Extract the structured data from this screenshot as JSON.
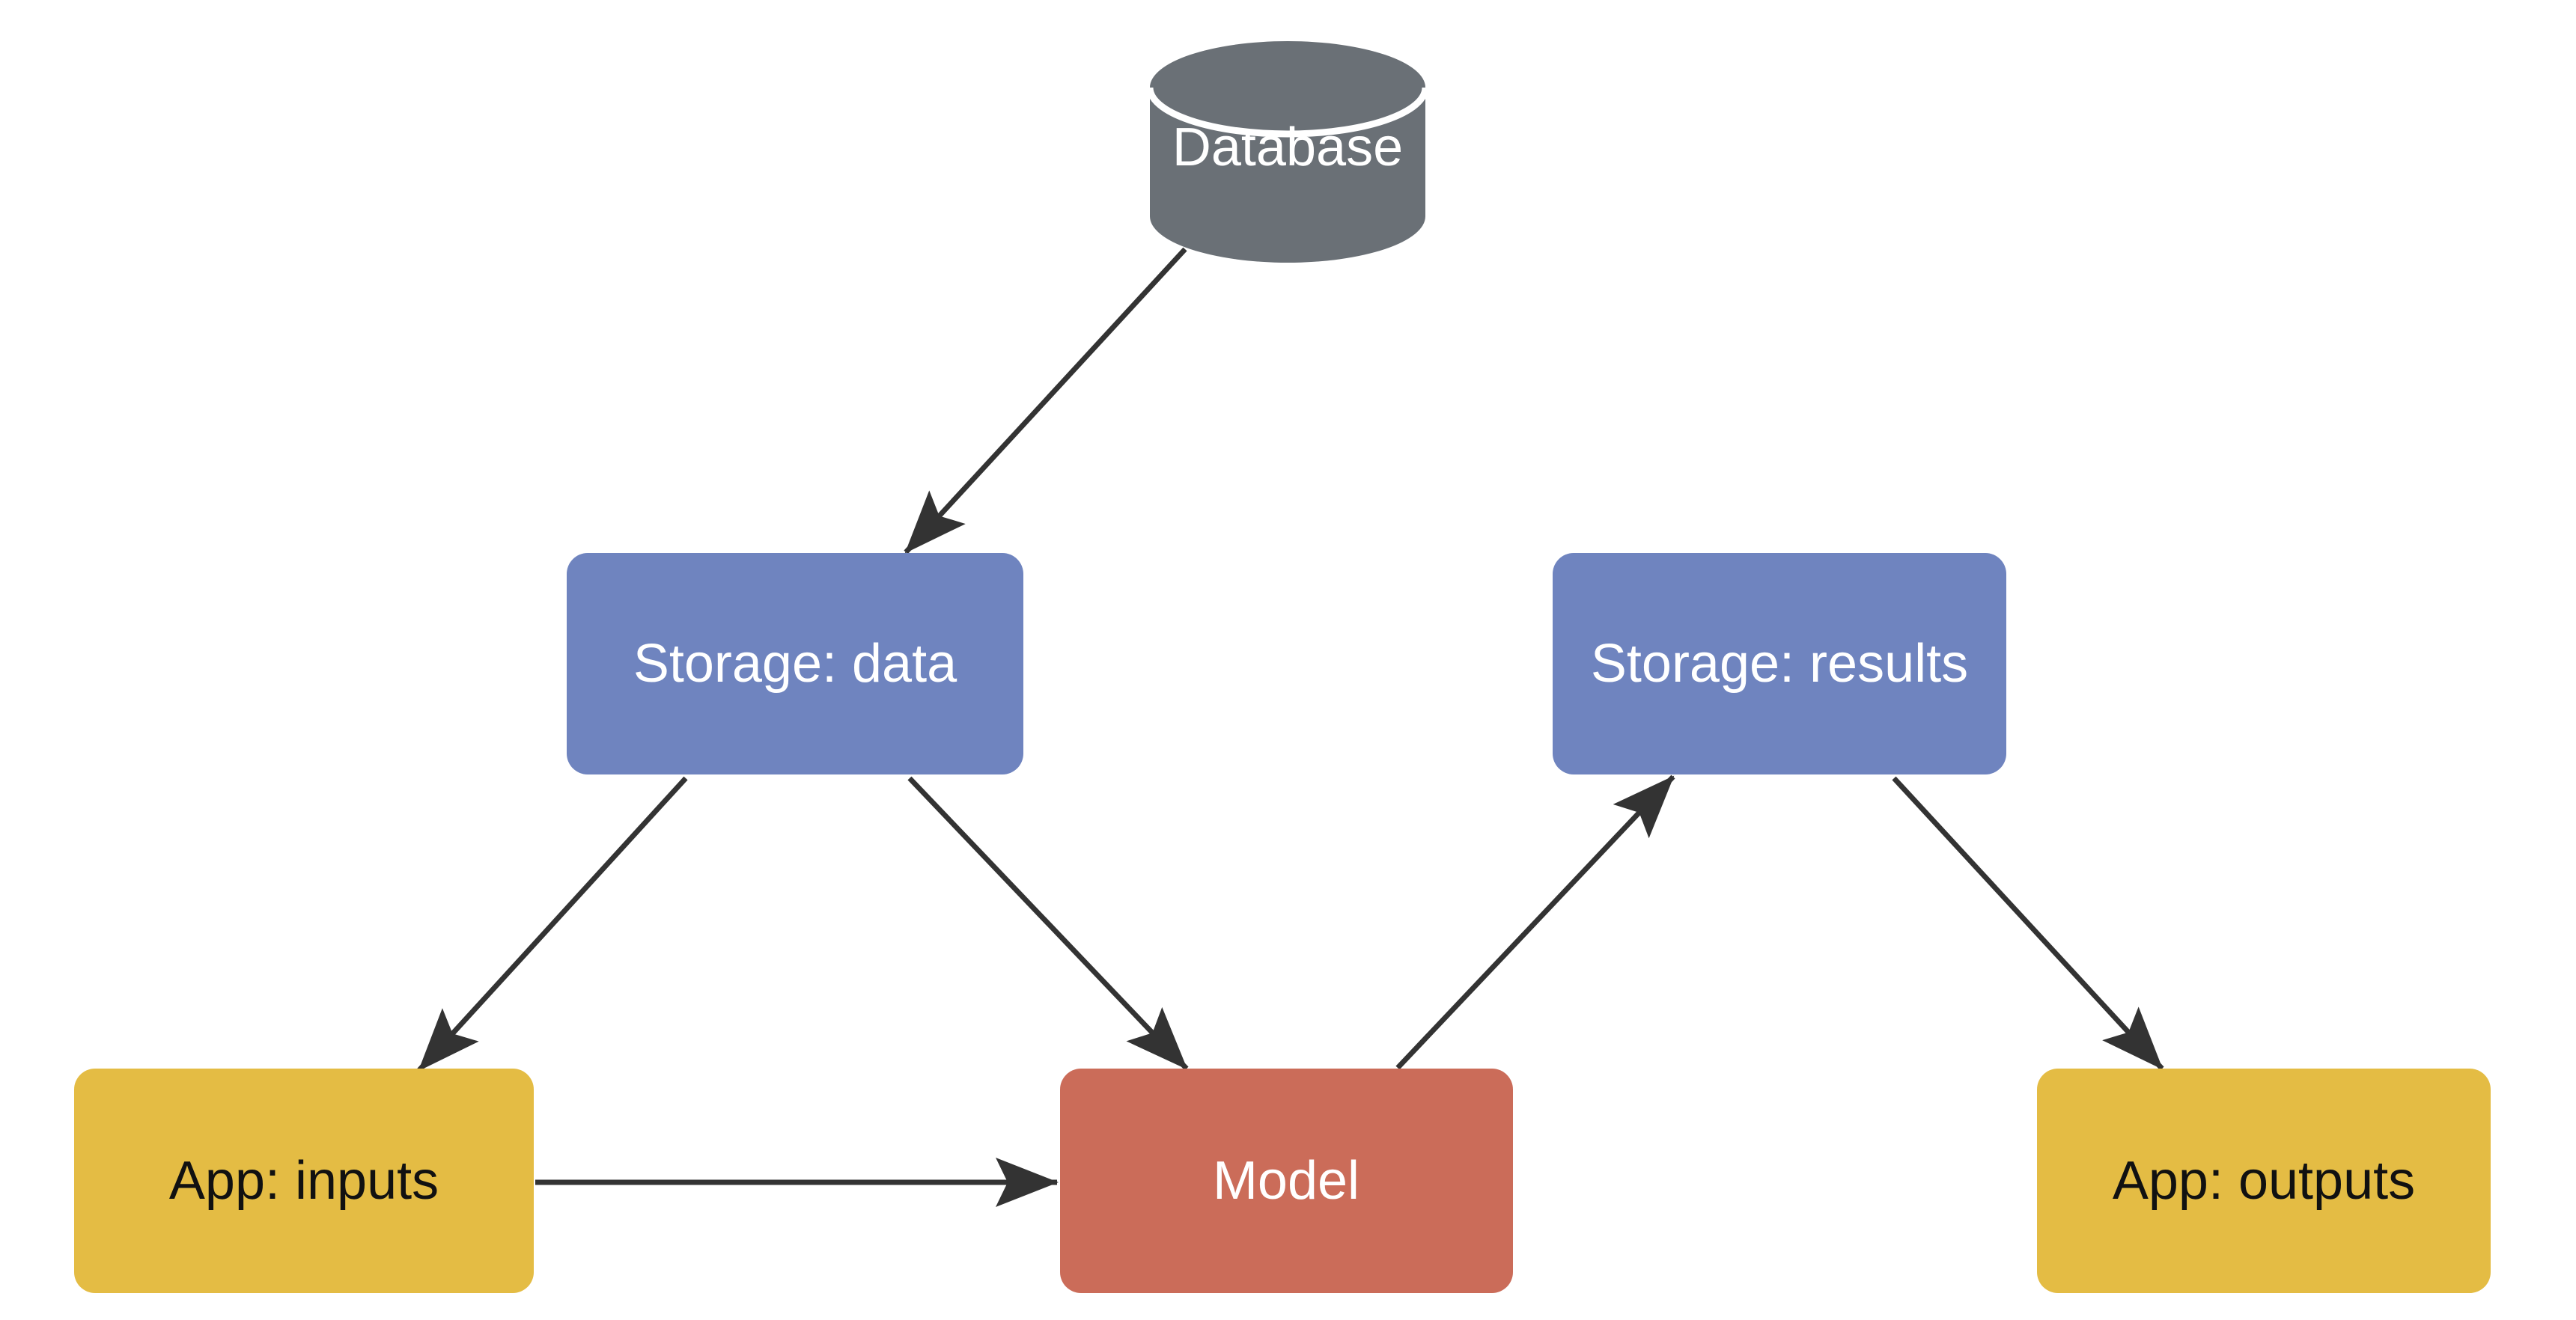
{
  "diagram": {
    "background": "#ffffff",
    "edge_color": "#333333",
    "nodes": {
      "database": {
        "id": "database",
        "label": "Database",
        "shape": "cylinder",
        "fill": "#6a7076",
        "text_color": "#ffffff"
      },
      "storage_data": {
        "id": "storage_data",
        "label": "Storage: data",
        "shape": "rounded-rect",
        "fill": "#6f84bf",
        "text_color": "#ffffff"
      },
      "storage_results": {
        "id": "storage_results",
        "label": "Storage: results",
        "shape": "rounded-rect",
        "fill": "#6f84bf",
        "text_color": "#ffffff"
      },
      "app_inputs": {
        "id": "app_inputs",
        "label": "App: inputs",
        "shape": "rounded-rect",
        "fill": "#e4bc44",
        "text_color": "#111111"
      },
      "model": {
        "id": "model",
        "label": "Model",
        "shape": "rounded-rect",
        "fill": "#cb6c59",
        "text_color": "#ffffff"
      },
      "app_outputs": {
        "id": "app_outputs",
        "label": "App: outputs",
        "shape": "rounded-rect",
        "fill": "#e4bc44",
        "text_color": "#111111"
      }
    },
    "edges": [
      {
        "from": "database",
        "to": "storage_data"
      },
      {
        "from": "storage_data",
        "to": "app_inputs"
      },
      {
        "from": "storage_data",
        "to": "model"
      },
      {
        "from": "app_inputs",
        "to": "model"
      },
      {
        "from": "model",
        "to": "storage_results"
      },
      {
        "from": "storage_results",
        "to": "app_outputs"
      }
    ]
  }
}
